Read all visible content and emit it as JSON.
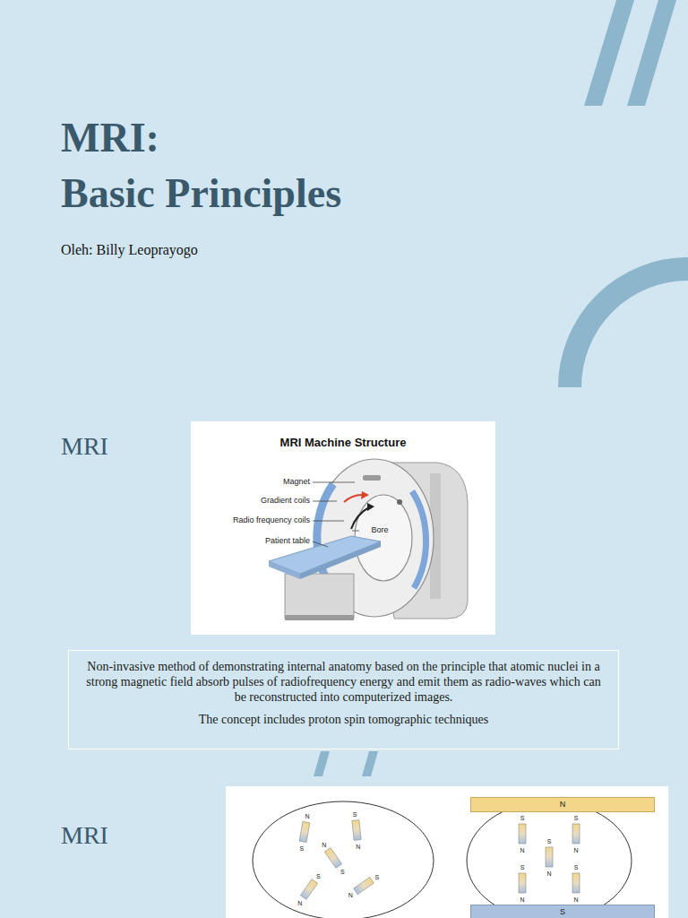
{
  "diagram": {
    "title": "MRI:",
    "nodes": [
      {
        "text": [
          "MRI Machine Structure"
        ]
      },
      {
        "text": [
          "Non-invasive method of demonstrating internal anatomy based on the principle that atomic nuclei in a strong magnetic field absorb pulses of radiofrequency energy and emit them as radio-waves which can be reconstructed into computerized images.",
          "The concept includes proton spin tomographic techniques"
        ]
      },
      {
        "text": [
          "N"
        ]
      },
      {
        "text": [
          "S"
        ]
      }
    ],
    "labels": [
      "Basic Principles",
      "Oleh: Billy Leoprayogo",
      "MRI",
      "Magnet",
      "Gradient coils",
      "Radio frequency coils",
      "Patient table",
      "Bore",
      "MRI",
      "N",
      "S",
      "S",
      "N",
      "N",
      "S",
      "S",
      "N",
      "S",
      "N",
      "S",
      "N",
      "S",
      "N",
      "S",
      "N",
      "S",
      "N",
      "S",
      "N"
    ]
  }
}
